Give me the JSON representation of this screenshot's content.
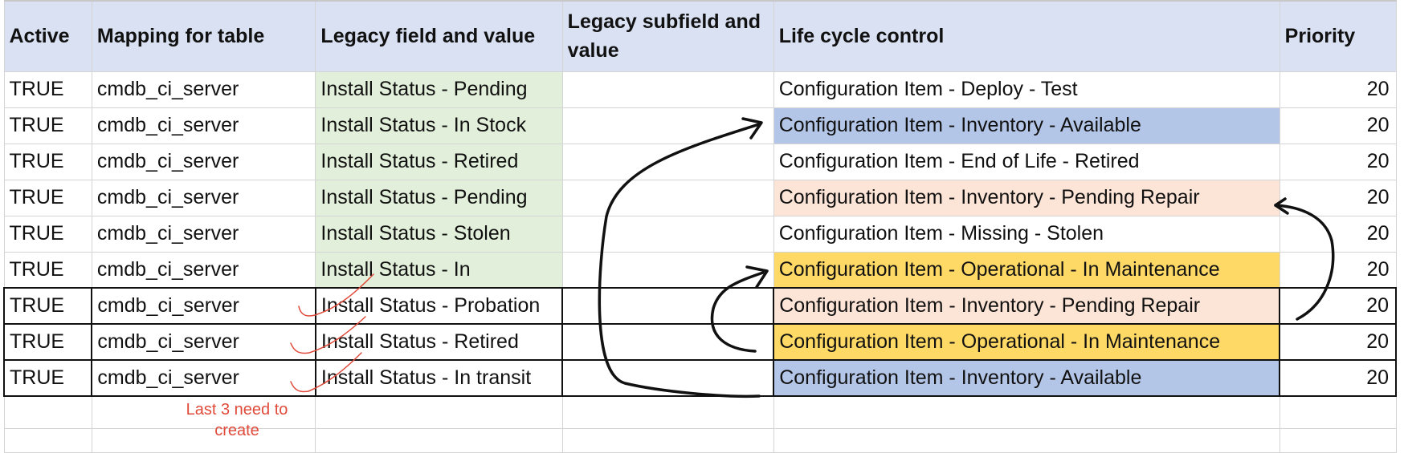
{
  "sheet": {
    "headers": {
      "active": "Active",
      "mapping": "Mapping for table",
      "legacy_field": "Legacy field and value",
      "legacy_subfield": "Legacy subfield and value",
      "lifecycle": "Life cycle control",
      "priority": "Priority"
    },
    "rows": [
      {
        "active": "TRUE",
        "mapping": "cmdb_ci_server",
        "legacy": "Install Status - Pending",
        "subfield": "",
        "lifecycle": "Configuration Item - Deploy - Test",
        "priority": "20"
      },
      {
        "active": "TRUE",
        "mapping": "cmdb_ci_server",
        "legacy": "Install Status - In Stock",
        "subfield": "",
        "lifecycle": "Configuration Item - Inventory - Available",
        "priority": "20"
      },
      {
        "active": "TRUE",
        "mapping": "cmdb_ci_server",
        "legacy": "Install Status - Retired",
        "subfield": "",
        "lifecycle": "Configuration Item - End of Life - Retired",
        "priority": "20"
      },
      {
        "active": "TRUE",
        "mapping": "cmdb_ci_server",
        "legacy": "Install Status - Pending",
        "subfield": "",
        "lifecycle": "Configuration Item - Inventory - Pending Repair",
        "priority": "20"
      },
      {
        "active": "TRUE",
        "mapping": "cmdb_ci_server",
        "legacy": "Install Status - Stolen",
        "subfield": "",
        "lifecycle": "Configuration Item - Missing - Stolen",
        "priority": "20"
      },
      {
        "active": "TRUE",
        "mapping": "cmdb_ci_server",
        "legacy": "Install Status - In",
        "subfield": "",
        "lifecycle": "Configuration Item - Operational - In Maintenance",
        "priority": "20"
      },
      {
        "active": "TRUE",
        "mapping": "cmdb_ci_server",
        "legacy": "Install Status - Probation",
        "subfield": "",
        "lifecycle": "Configuration Item - Inventory - Pending Repair",
        "priority": "20"
      },
      {
        "active": "TRUE",
        "mapping": "cmdb_ci_server",
        "legacy": "Install Status - Retired",
        "subfield": "",
        "lifecycle": "Configuration Item - Operational - In Maintenance",
        "priority": "20"
      },
      {
        "active": "TRUE",
        "mapping": "cmdb_ci_server",
        "legacy": "Install Status - In transit",
        "subfield": "",
        "lifecycle": "Configuration Item - Inventory - Available",
        "priority": "20"
      }
    ],
    "annotation_note": "Last 3 need to create"
  },
  "colors": {
    "header_bg": "#d9e1f2",
    "legacy_green": "#e2efda",
    "available_blue": "#b4c6e7",
    "pending_repair_peach": "#fce4d6",
    "maintenance_yellow": "#ffd966",
    "note_red": "#e04a3a",
    "arrow_black": "#111111"
  }
}
